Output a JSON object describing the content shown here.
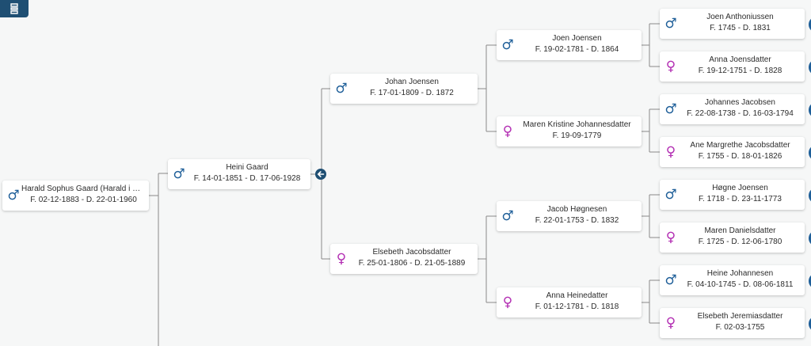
{
  "colors": {
    "male": "#1f5f99",
    "female": "#b32fb3",
    "accent": "#1f4f73",
    "line": "#8a8a8a"
  },
  "icons": {
    "menu": "tree-view-icon",
    "male": "male-symbol-icon",
    "female": "female-symbol-icon",
    "back": "arrow-left-icon",
    "expand": "expand-tab-icon"
  },
  "people": {
    "root": {
      "name": "Harald Sophus Gaard (Harald i Halv...",
      "dates": "F. 02-12-1883 - D. 22-01-1960",
      "gender": "male"
    },
    "p1": {
      "name": "Heini Gaard",
      "dates": "F. 14-01-1851 - D. 17-06-1928",
      "gender": "male"
    },
    "g1": {
      "name": "Johan Joensen",
      "dates": "F. 17-01-1809 - D. 1872",
      "gender": "male"
    },
    "g2": {
      "name": "Elsebeth Jacobsdatter",
      "dates": "F. 25-01-1806 - D. 21-05-1889",
      "gender": "female"
    },
    "gg1": {
      "name": "Joen Joensen",
      "dates": "F. 19-02-1781 - D. 1864",
      "gender": "male"
    },
    "gg2": {
      "name": "Maren Kristine Johannesdatter",
      "dates": "F. 19-09-1779",
      "gender": "female"
    },
    "gg3": {
      "name": "Jacob Høgnesen",
      "dates": "F. 22-01-1753 - D. 1832",
      "gender": "male"
    },
    "gg4": {
      "name": "Anna Heinedatter",
      "dates": "F. 01-12-1781 - D. 1818",
      "gender": "female"
    },
    "ggg1": {
      "name": "Joen Anthoniussen",
      "dates": "F. 1745 - D. 1831",
      "gender": "male"
    },
    "ggg2": {
      "name": "Anna Joensdatter",
      "dates": "F. 19-12-1751 - D. 1828",
      "gender": "female"
    },
    "ggg3": {
      "name": "Johannes Jacobsen",
      "dates": "F. 22-08-1738 - D. 16-03-1794",
      "gender": "male"
    },
    "ggg4": {
      "name": "Ane Margrethe Jacobsdatter",
      "dates": "F. 1755 - D. 18-01-1826",
      "gender": "female"
    },
    "ggg5": {
      "name": "Høgne Joensen",
      "dates": "F. 1718 - D. 23-11-1773",
      "gender": "male"
    },
    "ggg6": {
      "name": "Maren Danielsdatter",
      "dates": "F. 1725 - D. 12-06-1780",
      "gender": "female"
    },
    "ggg7": {
      "name": "Heine Johannesen",
      "dates": "F. 04-10-1745 - D. 08-06-1811",
      "gender": "male"
    },
    "ggg8": {
      "name": "Elsebeth Jeremiasdatter",
      "dates": "F. 02-03-1755",
      "gender": "female"
    }
  }
}
